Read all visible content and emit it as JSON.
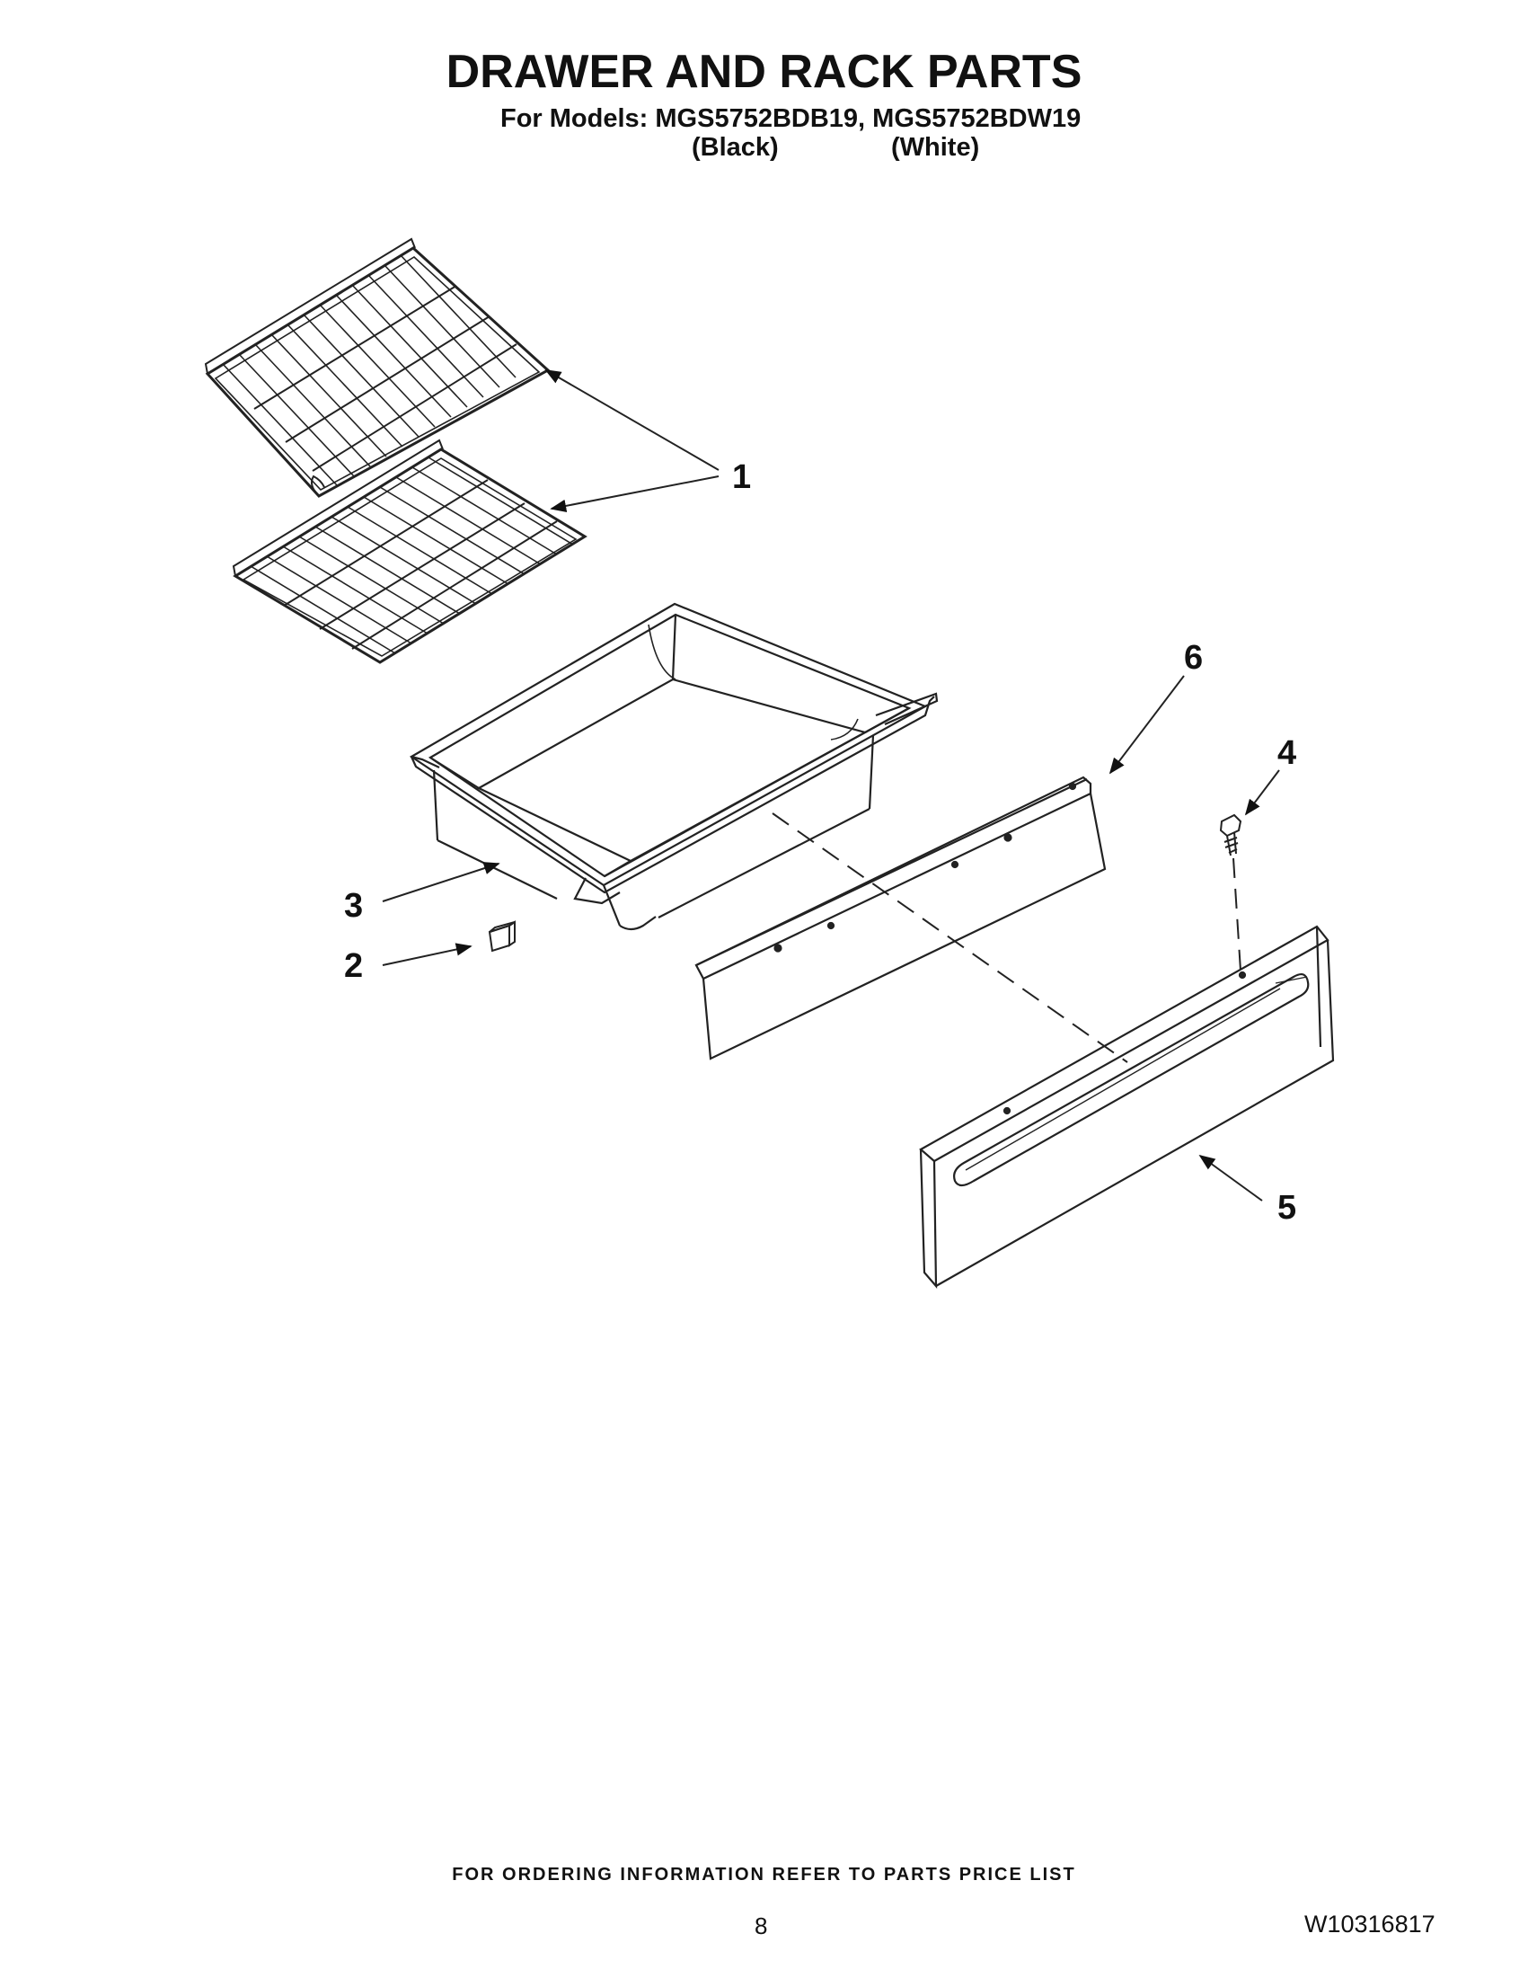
{
  "header": {
    "title": "DRAWER AND RACK PARTS",
    "models_line": "For Models: MGS5752BDB19, MGS5752BDW19",
    "color_black": "(Black)",
    "color_white": "(White)"
  },
  "callouts": [
    "1",
    "2",
    "3",
    "4",
    "5",
    "6"
  ],
  "parts": [
    {
      "callout": "1",
      "name": "oven-rack",
      "quantity_shown": 2
    },
    {
      "callout": "2",
      "name": "drawer-stop"
    },
    {
      "callout": "3",
      "name": "storage-drawer"
    },
    {
      "callout": "4",
      "name": "screw"
    },
    {
      "callout": "5",
      "name": "drawer-front-panel"
    },
    {
      "callout": "6",
      "name": "drawer-front-bracket"
    }
  ],
  "footer": {
    "ordering_note": "FOR ORDERING INFORMATION REFER TO PARTS PRICE LIST",
    "page_number": "8",
    "document_number": "W10316817"
  }
}
